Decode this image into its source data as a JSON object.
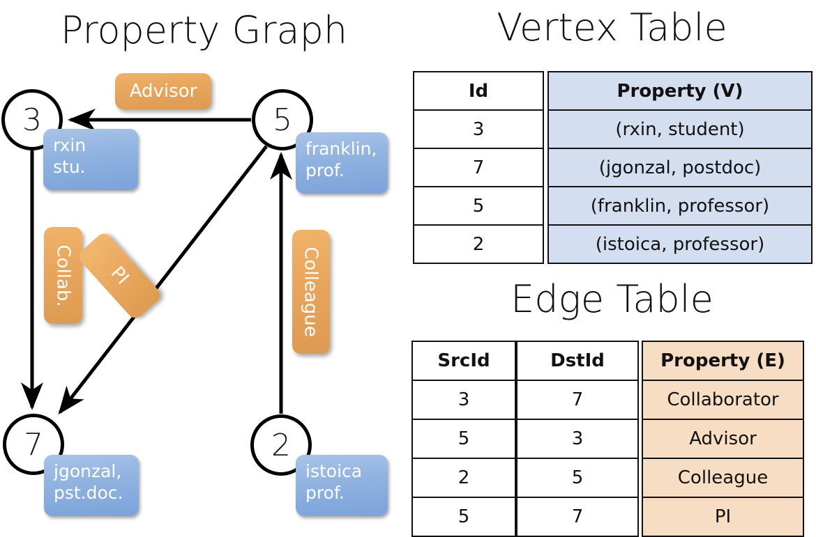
{
  "titles": {
    "property_graph": "Property Graph",
    "vertex_table": "Vertex Table",
    "edge_table": "Edge Table"
  },
  "graph": {
    "nodes": [
      {
        "id": "3",
        "property_lines": [
          "rxin",
          "stu."
        ]
      },
      {
        "id": "5",
        "property_lines": [
          "franklin,",
          "prof."
        ]
      },
      {
        "id": "7",
        "property_lines": [
          "jgonzal,",
          "pst.doc."
        ]
      },
      {
        "id": "2",
        "property_lines": [
          "istoica",
          "prof."
        ]
      }
    ],
    "edge_labels": [
      {
        "name": "advisor-label",
        "text": "Advisor"
      },
      {
        "name": "collab-label",
        "text": "Collab."
      },
      {
        "name": "pi-label",
        "text": "PI"
      },
      {
        "name": "colleague-label",
        "text": "Colleague"
      }
    ]
  },
  "vertex_table": {
    "headers": [
      "Id",
      "Property (V)"
    ],
    "rows": [
      {
        "id": "3",
        "property": "(rxin, student)"
      },
      {
        "id": "7",
        "property": "(jgonzal, postdoc)"
      },
      {
        "id": "5",
        "property": "(franklin, professor)"
      },
      {
        "id": "2",
        "property": "(istoica, professor)"
      }
    ]
  },
  "edge_table": {
    "headers": [
      "SrcId",
      "DstId",
      "Property (E)"
    ],
    "rows": [
      {
        "src": "3",
        "dst": "7",
        "property": "Collaborator"
      },
      {
        "src": "5",
        "dst": "3",
        "property": "Advisor"
      },
      {
        "src": "2",
        "dst": "5",
        "property": "Colleague"
      },
      {
        "src": "5",
        "dst": "7",
        "property": "PI"
      }
    ]
  },
  "colors": {
    "vertex_property_fill": "#d3dff0",
    "edge_property_fill": "#f6ddc4",
    "node_box_blue": "#8fb2e0",
    "edge_label_orange": "#e8a55c",
    "stroke": "#111111",
    "background": "#ffffff"
  }
}
